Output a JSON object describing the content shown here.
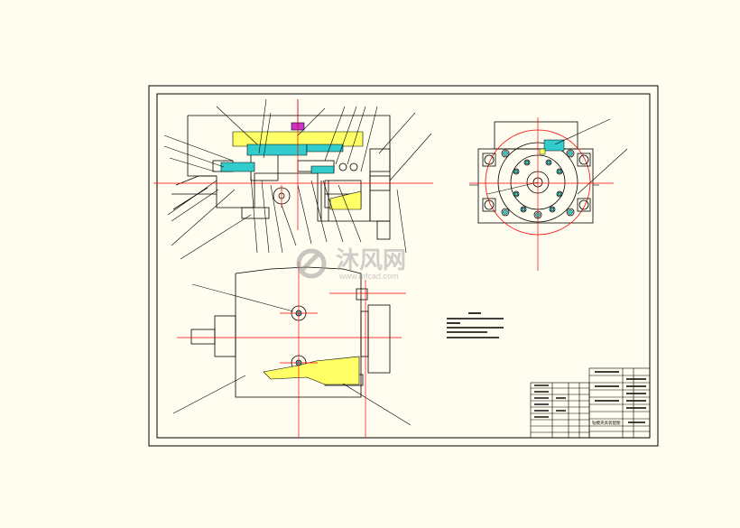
{
  "drawing": {
    "title_block_label": "钻模夹具装配图",
    "colors": {
      "background": "#fffdf0",
      "line": "#000000",
      "centerline": "#ff0000",
      "highlight_yellow": "#ffff66",
      "highlight_cyan": "#33cccc",
      "highlight_magenta": "#cc33cc"
    }
  },
  "watermark": {
    "brand_cn": "沐风网",
    "brand_url": "www.mfcad.com",
    "logo_icon": "mfcad-logo-icon"
  }
}
